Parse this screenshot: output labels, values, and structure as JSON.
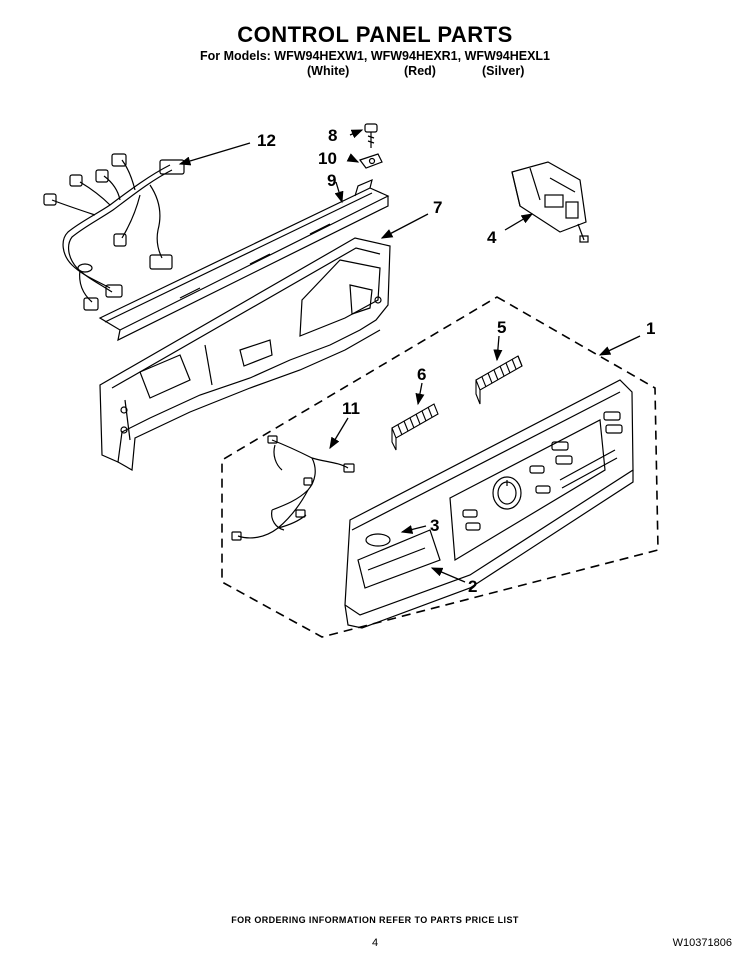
{
  "header": {
    "title": "CONTROL PANEL PARTS",
    "models_line": "For Models: WFW94HEXW1, WFW94HEXR1, WFW94HEXL1",
    "variants": [
      "(White)",
      "(Red)",
      "(Silver)"
    ]
  },
  "callouts": [
    "1",
    "2",
    "3",
    "4",
    "5",
    "6",
    "7",
    "8",
    "9",
    "10",
    "11",
    "12"
  ],
  "footer": {
    "ordering_note": "FOR ORDERING INFORMATION REFER TO PARTS PRICE LIST",
    "page_number": "4",
    "document_id": "W10371806"
  }
}
